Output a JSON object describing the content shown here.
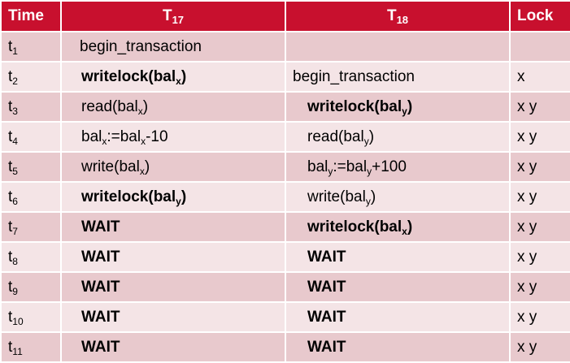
{
  "table": {
    "headers": [
      {
        "text": "Time",
        "sub": ""
      },
      {
        "text": "T",
        "sub": "17"
      },
      {
        "text": "T",
        "sub": "18"
      },
      {
        "text": "Lock",
        "sub": ""
      }
    ],
    "rows": [
      {
        "time": {
          "t": "t",
          "s": "1"
        },
        "t17": {
          "bold": false,
          "indent": false,
          "parts": [
            {
              "t": "begin_transaction"
            }
          ]
        },
        "t18": {
          "bold": false,
          "indent": false,
          "parts": []
        },
        "lock": ""
      },
      {
        "time": {
          "t": "t",
          "s": "2"
        },
        "t17": {
          "bold": true,
          "indent": true,
          "parts": [
            {
              "t": "writelock(bal"
            },
            {
              "s": "x"
            },
            {
              "t": ")"
            }
          ]
        },
        "t18": {
          "bold": false,
          "indent": false,
          "parts": [
            {
              "t": "begin_transaction"
            }
          ]
        },
        "lock": "x"
      },
      {
        "time": {
          "t": "t",
          "s": "3"
        },
        "t17": {
          "bold": false,
          "indent": true,
          "parts": [
            {
              "t": "read(bal"
            },
            {
              "s": "x"
            },
            {
              "t": ")"
            }
          ]
        },
        "t18": {
          "bold": true,
          "indent": true,
          "parts": [
            {
              "t": "writelock(bal"
            },
            {
              "s": "y"
            },
            {
              "t": ")"
            }
          ]
        },
        "lock": "x y"
      },
      {
        "time": {
          "t": "t",
          "s": "4"
        },
        "t17": {
          "bold": false,
          "indent": true,
          "parts": [
            {
              "t": "bal"
            },
            {
              "s": "x"
            },
            {
              "t": ":=bal"
            },
            {
              "s": "x"
            },
            {
              "t": "-10"
            }
          ]
        },
        "t18": {
          "bold": false,
          "indent": true,
          "parts": [
            {
              "t": "read(bal"
            },
            {
              "s": "y"
            },
            {
              "t": ")"
            }
          ]
        },
        "lock": "x y"
      },
      {
        "time": {
          "t": "t",
          "s": "5"
        },
        "t17": {
          "bold": false,
          "indent": true,
          "parts": [
            {
              "t": "write(bal"
            },
            {
              "s": "x"
            },
            {
              "t": ")"
            }
          ]
        },
        "t18": {
          "bold": false,
          "indent": true,
          "parts": [
            {
              "t": "bal"
            },
            {
              "s": "y"
            },
            {
              "t": ":=bal"
            },
            {
              "s": "y"
            },
            {
              "t": "+100"
            }
          ]
        },
        "lock": "x y"
      },
      {
        "time": {
          "t": "t",
          "s": "6"
        },
        "t17": {
          "bold": true,
          "indent": true,
          "parts": [
            {
              "t": "writelock(bal"
            },
            {
              "s": "y"
            },
            {
              "t": ")"
            }
          ]
        },
        "t18": {
          "bold": false,
          "indent": true,
          "parts": [
            {
              "t": "write(bal"
            },
            {
              "s": "y"
            },
            {
              "t": ")"
            }
          ]
        },
        "lock": "x y"
      },
      {
        "time": {
          "t": "t",
          "s": "7"
        },
        "t17": {
          "bold": true,
          "indent": true,
          "parts": [
            {
              "t": "WAIT"
            }
          ]
        },
        "t18": {
          "bold": true,
          "indent": true,
          "parts": [
            {
              "t": "writelock(bal"
            },
            {
              "s": "x"
            },
            {
              "t": ")"
            }
          ]
        },
        "lock": "x y"
      },
      {
        "time": {
          "t": "t",
          "s": "8"
        },
        "t17": {
          "bold": true,
          "indent": true,
          "parts": [
            {
              "t": "WAIT"
            }
          ]
        },
        "t18": {
          "bold": true,
          "indent": true,
          "parts": [
            {
              "t": "WAIT"
            }
          ]
        },
        "lock": "x y"
      },
      {
        "time": {
          "t": "t",
          "s": "9"
        },
        "t17": {
          "bold": true,
          "indent": true,
          "parts": [
            {
              "t": "WAIT"
            }
          ]
        },
        "t18": {
          "bold": true,
          "indent": true,
          "parts": [
            {
              "t": "WAIT"
            }
          ]
        },
        "lock": "x y"
      },
      {
        "time": {
          "t": "t",
          "s": "10"
        },
        "t17": {
          "bold": true,
          "indent": true,
          "parts": [
            {
              "t": "WAIT"
            }
          ]
        },
        "t18": {
          "bold": true,
          "indent": true,
          "parts": [
            {
              "t": "WAIT"
            }
          ]
        },
        "lock": "x y"
      },
      {
        "time": {
          "t": "t",
          "s": "11"
        },
        "t17": {
          "bold": true,
          "indent": true,
          "parts": [
            {
              "t": "WAIT"
            }
          ]
        },
        "t18": {
          "bold": true,
          "indent": true,
          "parts": [
            {
              "t": "WAIT"
            }
          ]
        },
        "lock": "x y"
      }
    ]
  },
  "colors": {
    "header_bg": "#c8102e",
    "header_text": "#ffffff",
    "row_odd": "#e8c9cd",
    "row_even": "#f4e4e6"
  }
}
